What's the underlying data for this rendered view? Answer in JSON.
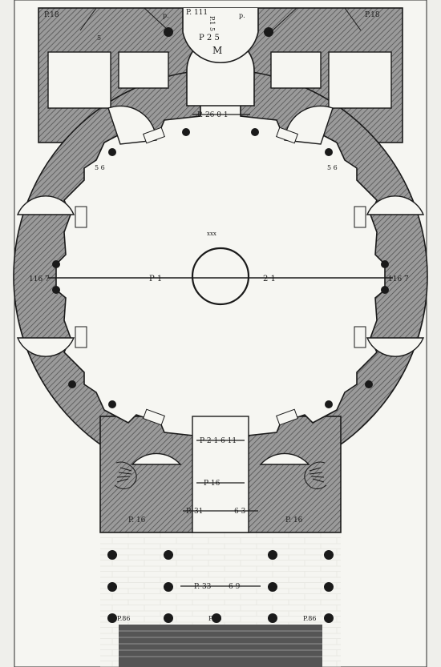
{
  "labels": {
    "top_left_corner": "P.18",
    "top_right_corner": "P.18",
    "top_center_dim": "P. 111",
    "top_rot_left": "p.",
    "top_rot_mid": "P.1 5",
    "top_rot_right": "p.",
    "niche_width": "P 2 5",
    "marker_m": "M",
    "upper_span": "P. 26 0 1",
    "center_mark": "xxx",
    "left_radius_dim": "116 7",
    "right_radius_dim": "116 7",
    "diameter_left": "P 1",
    "diameter_right": "2 1",
    "chapel_dim_left": "5 6",
    "chapel_dim_right": "5 6",
    "small_s": "5",
    "lower_span": "P 2 1 6 11",
    "passage_width": "P 16",
    "portico_inner_span": "P. 31",
    "portico_inner_value": "6 3",
    "pier_left": "P. 16",
    "pier_right": "P. 16",
    "portico_span": "P. 33",
    "portico_value": "6 9",
    "col_label_left": "P.86",
    "col_label_mid": "P.96",
    "col_label_right": "P.86"
  },
  "colors": {
    "wall": "#8c8c8c",
    "line": "#1a1a1a",
    "paper": "#f6f6f2"
  }
}
